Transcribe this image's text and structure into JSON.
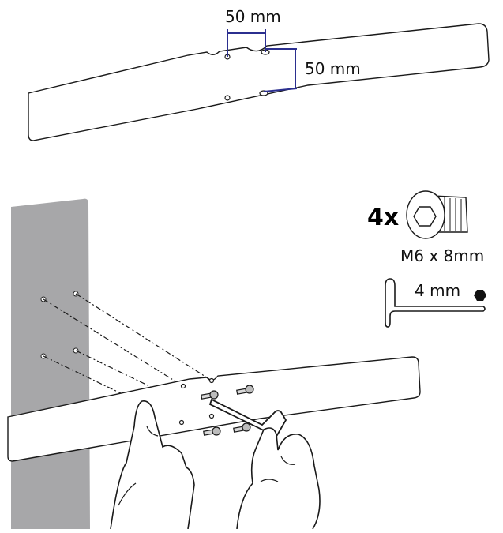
{
  "dimensions": {
    "horizontal_label": "50 mm",
    "vertical_label": "50 mm",
    "dimension_color": "#2b2f8f"
  },
  "screws": {
    "quantity_label": "4x",
    "spec_label": "M6 x 8mm",
    "icon": "socket-screw-icon"
  },
  "hex_key": {
    "size_label": "4 mm",
    "icon": "hex-key-icon"
  },
  "colors": {
    "stand": "#a7a7a9",
    "outline": "#1a1a1a"
  }
}
